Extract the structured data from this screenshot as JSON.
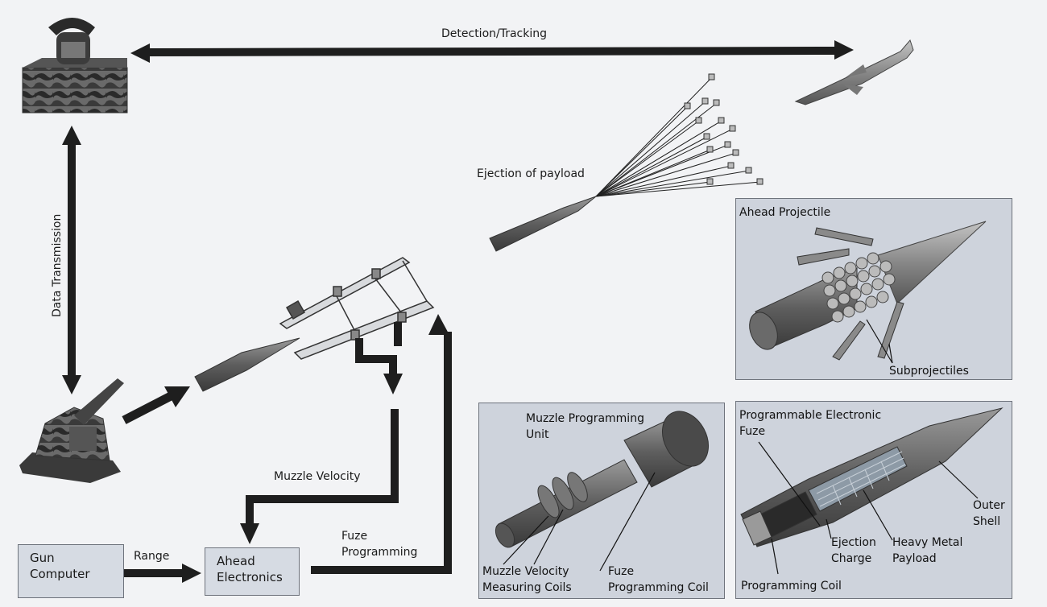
{
  "labels": {
    "detection": "Detection/Tracking",
    "data_transmission": "Data Transmission",
    "ejection": "Ejection of payload",
    "muzzle_velocity": "Muzzle Velocity",
    "fuze_programming_1": "Fuze",
    "fuze_programming_2": "Programming",
    "range": "Range"
  },
  "boxes": {
    "gun_computer_1": "Gun",
    "gun_computer_2": "Computer",
    "ahead_electronics_1": "Ahead",
    "ahead_electronics_2": "Electronics"
  },
  "panels": {
    "projectile": {
      "title": "Ahead Projectile",
      "subprojectiles": "Subprojectiles"
    },
    "muzzle": {
      "title_1": "Muzzle Programming",
      "title_2": "Unit",
      "coils_1": "Muzzle Velocity",
      "coils_2": "Measuring Coils",
      "fuze_coil_1": "Fuze",
      "fuze_coil_2": "Programming Coil"
    },
    "fuze": {
      "title_1": "Programmable Electronic",
      "title_2": "Fuze",
      "outer_1": "Outer",
      "outer_2": "Shell",
      "ejection_1": "Ejection",
      "ejection_2": "Charge",
      "payload_1": "Heavy Metal",
      "payload_2": "Payload",
      "coil": "Programming Coil"
    }
  },
  "colors": {
    "background": "#f2f3f5",
    "arrow": "#1e1e1e",
    "panel": "#ced3dc",
    "box": "#d6dbe3"
  }
}
